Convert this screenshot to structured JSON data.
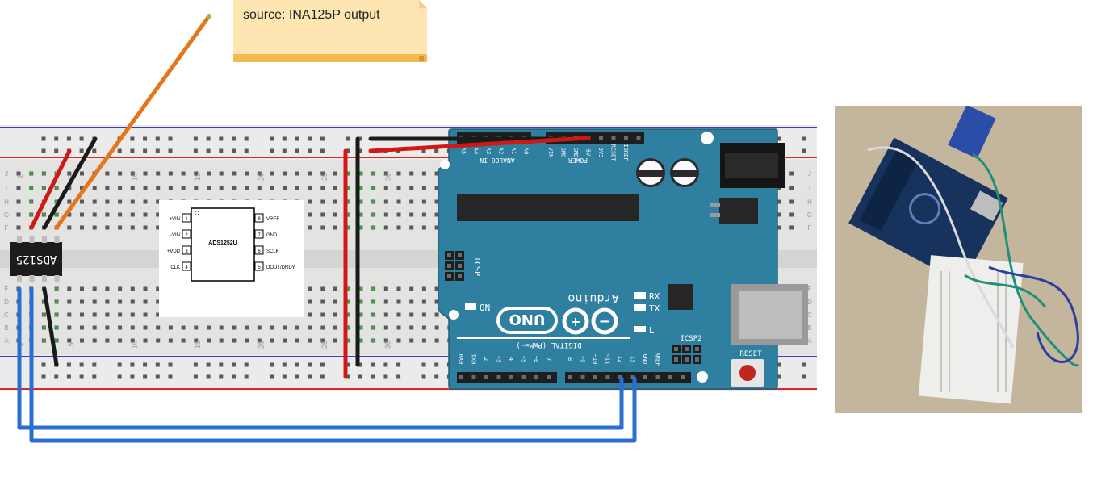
{
  "note": {
    "text": "source: INA125P output"
  },
  "chip": {
    "label": "ADS125"
  },
  "datasheet": {
    "part": "ADS1252U",
    "left_pins": [
      {
        "num": "1",
        "name": "+VIN"
      },
      {
        "num": "2",
        "name": "−VIN"
      },
      {
        "num": "3",
        "name": "+VDD"
      },
      {
        "num": "4",
        "name": "CLK"
      }
    ],
    "right_pins": [
      {
        "num": "8",
        "name": "VREF"
      },
      {
        "num": "7",
        "name": "GND"
      },
      {
        "num": "6",
        "name": "SCLK"
      },
      {
        "num": "5",
        "name": "DOUT/DRDY"
      }
    ]
  },
  "breadboard": {
    "column_numbers": [
      "1",
      "5",
      "10",
      "15",
      "20",
      "25",
      "30",
      "35"
    ],
    "row_letters_top": [
      "J",
      "I",
      "H",
      "G",
      "F"
    ],
    "row_letters_bottom": [
      "E",
      "D",
      "C",
      "B",
      "A"
    ]
  },
  "arduino": {
    "brand": "Arduino",
    "model": "UNO",
    "analog_header_label": "ANALOG IN",
    "analog_pins": [
      "A5",
      "A4",
      "A3",
      "A2",
      "A1",
      "A0"
    ],
    "power_header_label": "POWER",
    "power_pins": [
      "VIN",
      "GND",
      "GND",
      "5V",
      "3V3",
      "RESET",
      "IOREF"
    ],
    "digital_label": "DIGITAL (PWM=~)",
    "digital_pins_left": [
      "RX0",
      "TX0",
      "2",
      "~3",
      "4",
      "~5",
      "~6",
      "7"
    ],
    "digital_pins_right": [
      "8",
      "~9",
      "~10",
      "~11",
      "12",
      "13",
      "GND",
      "AREF"
    ],
    "led_labels": [
      "RX",
      "TX",
      "L"
    ],
    "on_label": "ON",
    "icsp_label": "ICSP",
    "icsp2_label": "ICSP2",
    "reset_label": "RESET",
    "colors": {
      "board": "#2e7fa0",
      "board_dark": "#1d5f79",
      "header": "#1e1e1e"
    }
  },
  "wire_colors": {
    "red": "#d01818",
    "black": "#1a1a1a",
    "orange": "#e4761b",
    "blue": "#2a6fd0"
  },
  "photo": {
    "description_label": ""
  }
}
